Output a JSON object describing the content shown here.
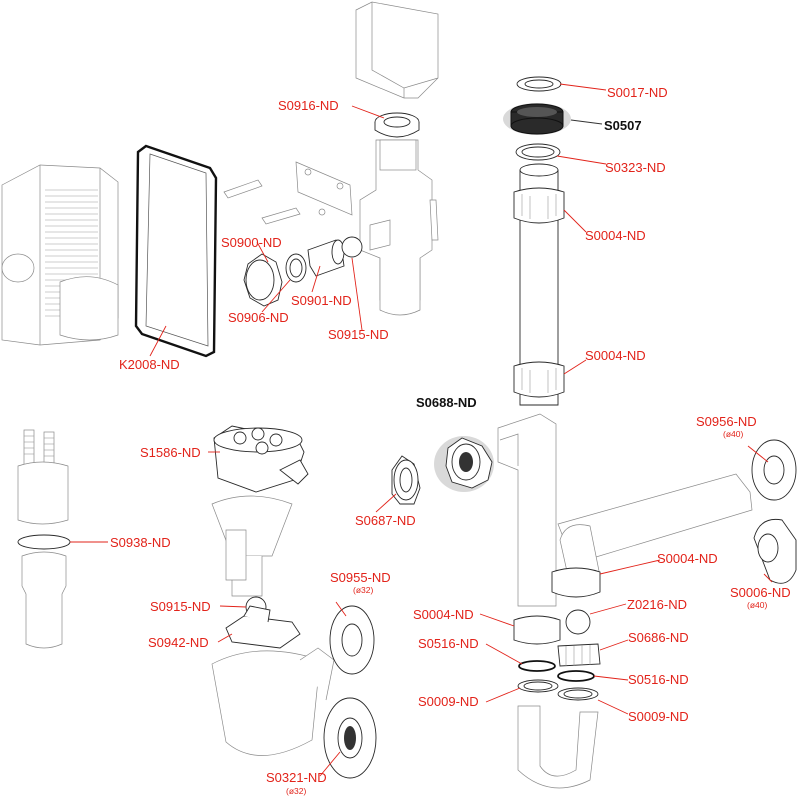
{
  "diagram": {
    "labels": {
      "s0916": "S0916-ND",
      "s0017": "S0017-ND",
      "s0507": "S0507",
      "s0323": "S0323-ND",
      "s0004_top": "S0004-ND",
      "s0900": "S0900-ND",
      "s0901": "S0901-ND",
      "s0906": "S0906-ND",
      "s0915_top": "S0915-ND",
      "k2008": "K2008-ND",
      "s0004_mid": "S0004-ND",
      "s0688": "S0688-ND",
      "s0956": "S0956-ND",
      "s0956_sub": "(ø40)",
      "s1586": "S1586-ND",
      "s0687": "S0687-ND",
      "s0938": "S0938-ND",
      "s0004_low": "S0004-ND",
      "s0955": "S0955-ND",
      "s0955_sub": "(ø32)",
      "s0006": "S0006-ND",
      "s0006_sub": "(ø40)",
      "s0915_low": "S0915-ND",
      "s0004_bot": "S0004-ND",
      "z0216": "Z0216-ND",
      "s0942": "S0942-ND",
      "s0516_left": "S0516-ND",
      "s0686": "S0686-ND",
      "s0516_right": "S0516-ND",
      "s0009_left": "S0009-ND",
      "s0009_right": "S0009-ND",
      "s0321": "S0321-ND",
      "s0321_sub": "(ø32)"
    },
    "colors": {
      "label": "#e2231a",
      "highlight_label": "#111111",
      "line": "#2a2a2a",
      "highlight_disc": "#d9d9d9"
    }
  }
}
